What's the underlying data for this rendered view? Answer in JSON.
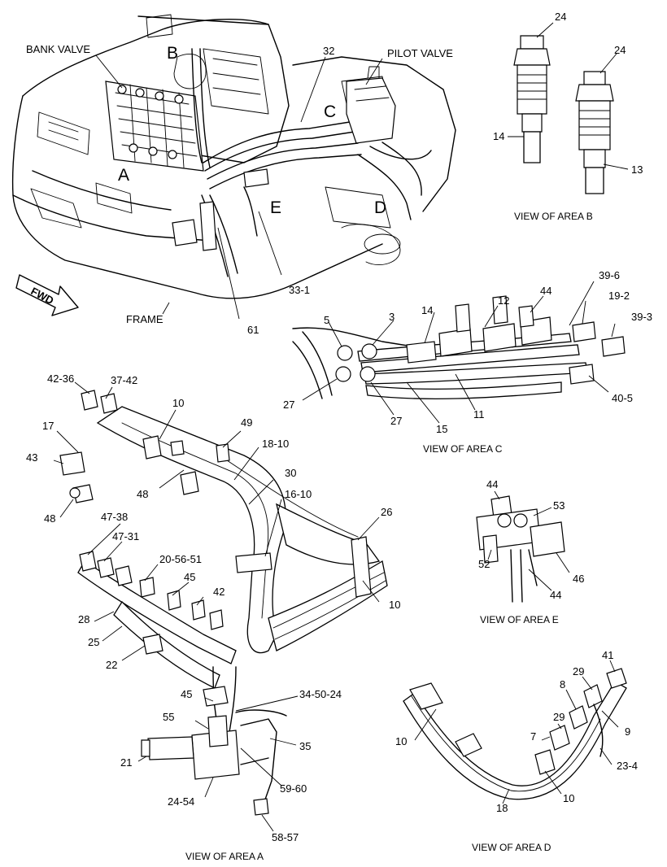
{
  "main_view": {
    "bank_valve": "BANK VALVE",
    "pilot_valve": "PILOT VALVE",
    "frame": "FRAME",
    "fwd": "FWD",
    "area_a": "A",
    "area_b": "B",
    "area_c": "C",
    "area_d": "D",
    "area_e": "E",
    "callouts": [
      "32",
      "33-1",
      "61"
    ]
  },
  "view_b": {
    "caption": "VIEW OF AREA  B",
    "callouts": [
      "24",
      "24",
      "14",
      "13"
    ]
  },
  "view_c": {
    "caption": "VIEW OF AREA  C",
    "callouts": [
      "12",
      "44",
      "39-6",
      "14",
      "3",
      "5",
      "19-2",
      "39-3",
      "27",
      "27",
      "11",
      "15",
      "40-5"
    ]
  },
  "view_a": {
    "caption": "VIEW OF AREA  A",
    "callouts": [
      "42-36",
      "37-42",
      "10",
      "17",
      "49",
      "43",
      "18-10",
      "30",
      "48",
      "48",
      "16-10",
      "26",
      "47-38",
      "47-31",
      "20-56-51",
      "45",
      "42",
      "10",
      "28",
      "25",
      "22",
      "34-50-24",
      "45",
      "55",
      "35",
      "21",
      "59-60",
      "24-54",
      "58-57"
    ]
  },
  "view_e": {
    "caption": "VIEW OF AREA  E",
    "callouts": [
      "44",
      "53",
      "52",
      "46",
      "44"
    ]
  },
  "view_d": {
    "caption": "VIEW OF AREA  D",
    "callouts": [
      "41",
      "29",
      "8",
      "29",
      "9",
      "7",
      "10",
      "23-4",
      "10",
      "18"
    ]
  }
}
